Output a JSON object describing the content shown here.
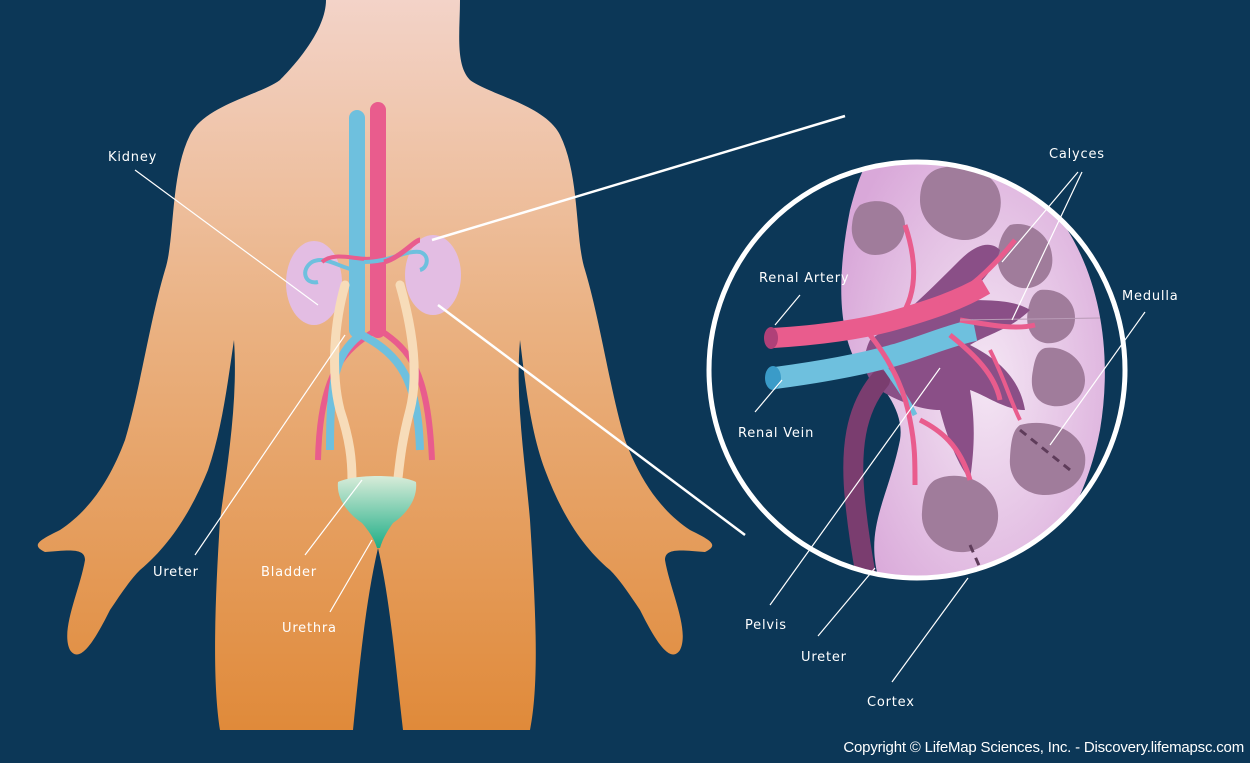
{
  "labels": {
    "kidney": "Kidney",
    "ureter_body": "Ureter",
    "bladder": "Bladder",
    "urethra": "Urethra",
    "renal_artery": "Renal Artery",
    "renal_vein": "Renal Vein",
    "calyces": "Calyces",
    "medulla": "Medulla",
    "pelvis": "Pelvis",
    "ureter_detail": "Ureter",
    "cortex": "Cortex"
  },
  "copyright": "Copyright © LifeMap Sciences, Inc. - Discovery.lifemapsc.com",
  "colors": {
    "background": "#0c3757",
    "skin_light": "#f3d0c4",
    "skin_dark": "#e08a3a",
    "kidney_fill": "#e3bde3",
    "medulla": "#a07c9b",
    "artery": "#e95c8d",
    "vein": "#6ec0de",
    "ureter": "#f7dcb9",
    "bladder": "#29b28c",
    "pelvis": "#8a4f87",
    "ureter_detail": "#7a3d6f"
  }
}
